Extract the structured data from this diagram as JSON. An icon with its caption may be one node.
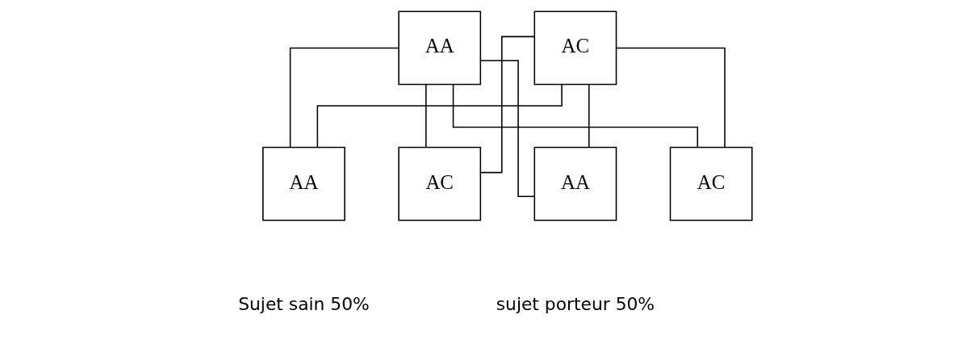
{
  "diagram": {
    "nodes": [
      {
        "text": [
          "AA"
        ]
      },
      {
        "text": [
          "AC"
        ]
      },
      {
        "text": [
          "AA"
        ]
      },
      {
        "text": [
          "AC"
        ]
      },
      {
        "text": [
          "AA"
        ]
      },
      {
        "text": [
          "AC"
        ]
      }
    ],
    "edges": [
      {
        "from": 0,
        "to": 2,
        "arrow": "none"
      },
      {
        "from": 0,
        "to": 3,
        "arrow": "none"
      },
      {
        "from": 0,
        "to": 4,
        "arrow": "none"
      },
      {
        "from": 0,
        "to": 5,
        "arrow": "none"
      },
      {
        "from": 1,
        "to": 2,
        "arrow": "none"
      },
      {
        "from": 1,
        "to": 3,
        "arrow": "none"
      },
      {
        "from": 1,
        "to": 4,
        "arrow": "none"
      },
      {
        "from": 1,
        "to": 5,
        "arrow": "none"
      }
    ],
    "labels": [
      "Sujet sain 50%",
      "sujet porteur 50%"
    ]
  }
}
